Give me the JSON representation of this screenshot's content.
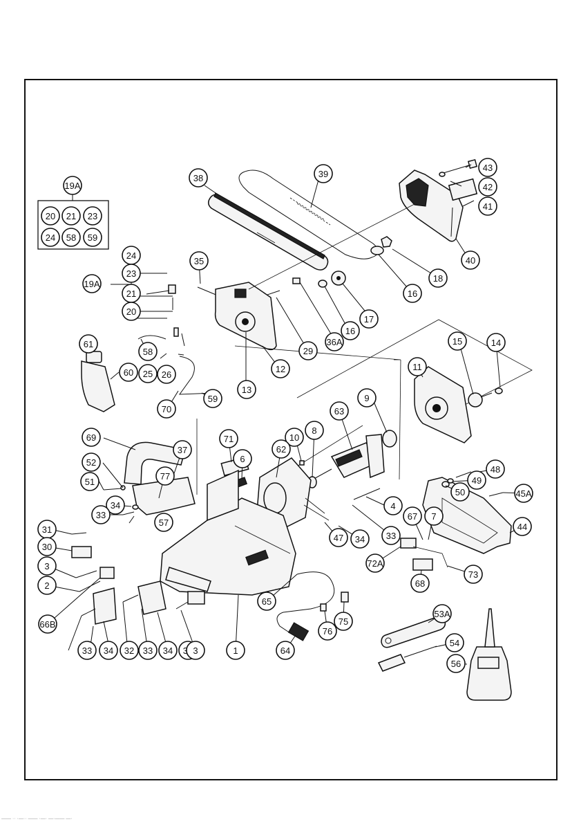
{
  "kit_box": {
    "label": "19A",
    "members": [
      "20",
      "21",
      "23",
      "24",
      "58",
      "59"
    ]
  },
  "bracket_group": {
    "label": "19A",
    "members": [
      "24",
      "23",
      "21",
      "20"
    ]
  },
  "callouts": [
    "38",
    "39",
    "43",
    "42",
    "41",
    "40",
    "18",
    "16",
    "17",
    "16",
    "36A",
    "29",
    "35",
    "12",
    "13",
    "11",
    "15",
    "14",
    "9",
    "63",
    "8",
    "10",
    "62",
    "71",
    "6",
    "4",
    "61",
    "60",
    "58",
    "25",
    "26",
    "70",
    "59",
    "69",
    "52",
    "51",
    "37",
    "77",
    "57",
    "34",
    "33",
    "31",
    "30",
    "3",
    "2",
    "66B",
    "33",
    "34",
    "32",
    "33",
    "34",
    "32",
    "3",
    "1",
    "65",
    "64",
    "76",
    "75",
    "47",
    "34",
    "33",
    "72A",
    "67",
    "7",
    "73",
    "68",
    "48",
    "49",
    "50",
    "45A",
    "44",
    "53A",
    "54",
    "56"
  ],
  "footer_text": "—— ·· ·—·· —— ·—· —·—— —·"
}
